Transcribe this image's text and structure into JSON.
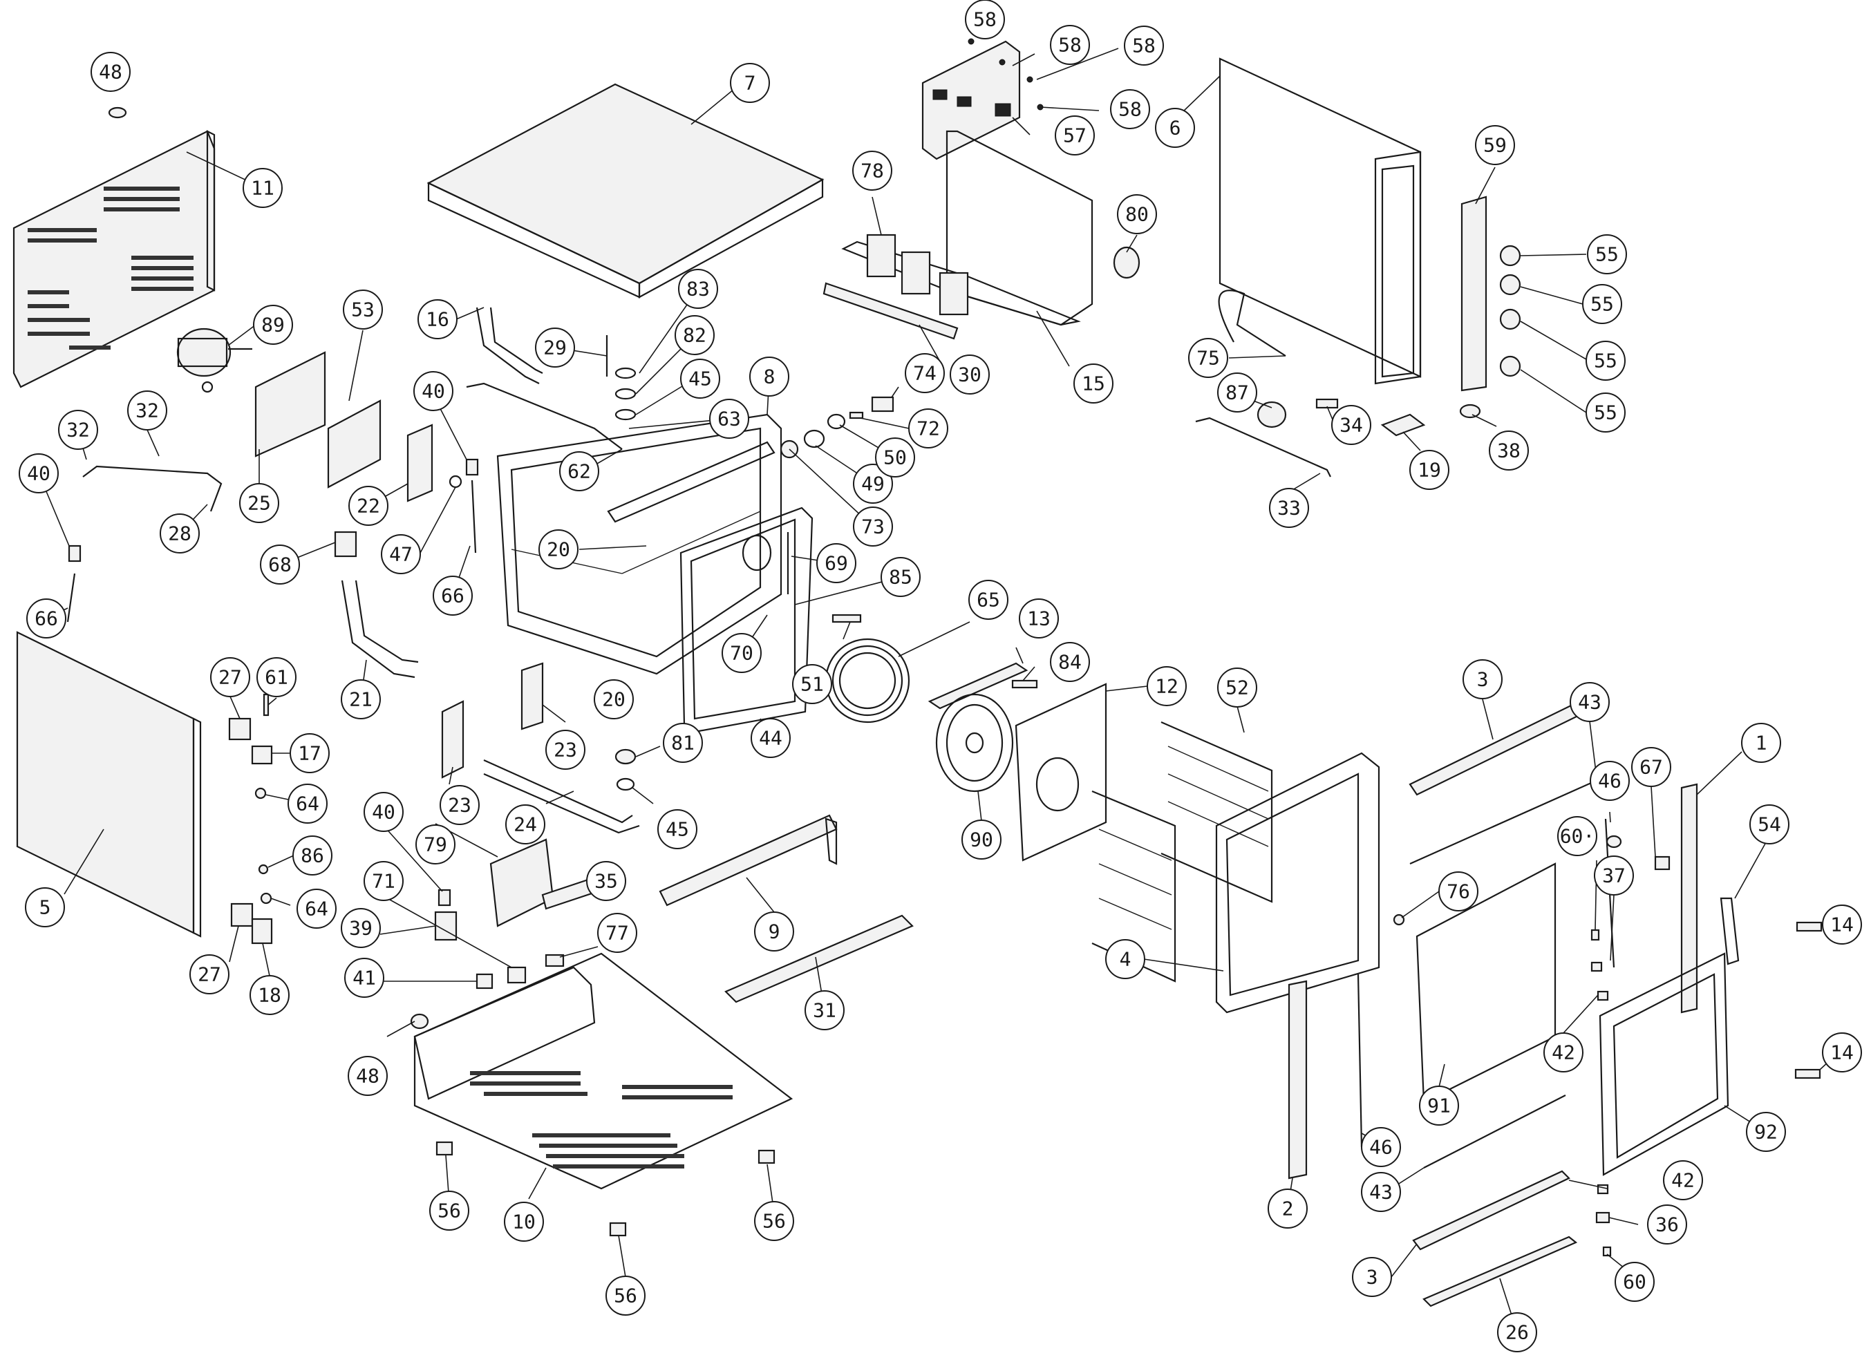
{
  "diagram": {
    "type": "exploded-parts-diagram",
    "line_color": "#1a1a1a",
    "background": "#ffffff",
    "callouts": [
      {
        "id": "c48a",
        "label": "48"
      },
      {
        "id": "c11",
        "label": "11"
      },
      {
        "id": "c89",
        "label": "89"
      },
      {
        "id": "c53",
        "label": "53"
      },
      {
        "id": "c16",
        "label": "16"
      },
      {
        "id": "c29",
        "label": "29"
      },
      {
        "id": "c40a",
        "label": "40"
      },
      {
        "id": "c32a",
        "label": "32"
      },
      {
        "id": "c32b",
        "label": "32"
      },
      {
        "id": "c40b",
        "label": "40"
      },
      {
        "id": "c28",
        "label": "28"
      },
      {
        "id": "c25",
        "label": "25"
      },
      {
        "id": "c22",
        "label": "22"
      },
      {
        "id": "c47",
        "label": "47"
      },
      {
        "id": "c66a",
        "label": "66"
      },
      {
        "id": "c66b",
        "label": "66"
      },
      {
        "id": "c68",
        "label": "68"
      },
      {
        "id": "c21",
        "label": "21"
      },
      {
        "id": "c7",
        "label": "7"
      },
      {
        "id": "c83",
        "label": "83"
      },
      {
        "id": "c82",
        "label": "82"
      },
      {
        "id": "c45a",
        "label": "45"
      },
      {
        "id": "c63",
        "label": "63"
      },
      {
        "id": "c62",
        "label": "62"
      },
      {
        "id": "c8",
        "label": "8"
      },
      {
        "id": "c20a",
        "label": "20"
      },
      {
        "id": "c20b",
        "label": "20"
      },
      {
        "id": "c69",
        "label": "69"
      },
      {
        "id": "c85",
        "label": "85"
      },
      {
        "id": "c70",
        "label": "70"
      },
      {
        "id": "c44",
        "label": "44"
      },
      {
        "id": "c73",
        "label": "73"
      },
      {
        "id": "c49",
        "label": "49"
      },
      {
        "id": "c50",
        "label": "50"
      },
      {
        "id": "c74",
        "label": "74"
      },
      {
        "id": "c72",
        "label": "72"
      },
      {
        "id": "c58a",
        "label": "58"
      },
      {
        "id": "c58b",
        "label": "58"
      },
      {
        "id": "c58c",
        "label": "58"
      },
      {
        "id": "c58d",
        "label": "58"
      },
      {
        "id": "c57",
        "label": "57"
      },
      {
        "id": "c78",
        "label": "78"
      },
      {
        "id": "c30",
        "label": "30"
      },
      {
        "id": "c15",
        "label": "15"
      },
      {
        "id": "c80",
        "label": "80"
      },
      {
        "id": "c6",
        "label": "6"
      },
      {
        "id": "c59",
        "label": "59"
      },
      {
        "id": "c55a",
        "label": "55"
      },
      {
        "id": "c55b",
        "label": "55"
      },
      {
        "id": "c55c",
        "label": "55"
      },
      {
        "id": "c55d",
        "label": "55"
      },
      {
        "id": "c75",
        "label": "75"
      },
      {
        "id": "c87",
        "label": "87"
      },
      {
        "id": "c34",
        "label": "34"
      },
      {
        "id": "c19",
        "label": "19"
      },
      {
        "id": "c38",
        "label": "38"
      },
      {
        "id": "c33",
        "label": "33"
      },
      {
        "id": "c5",
        "label": "5"
      },
      {
        "id": "c27a",
        "label": "27"
      },
      {
        "id": "c61",
        "label": "61"
      },
      {
        "id": "c17",
        "label": "17"
      },
      {
        "id": "c64a",
        "label": "64"
      },
      {
        "id": "c86",
        "label": "86"
      },
      {
        "id": "c64b",
        "label": "64"
      },
      {
        "id": "c27b",
        "label": "27"
      },
      {
        "id": "c18",
        "label": "18"
      },
      {
        "id": "c23a",
        "label": "23"
      },
      {
        "id": "c23b",
        "label": "23"
      },
      {
        "id": "c81",
        "label": "81"
      },
      {
        "id": "c45b",
        "label": "45"
      },
      {
        "id": "c24",
        "label": "24"
      },
      {
        "id": "c40c",
        "label": "40"
      },
      {
        "id": "c79",
        "label": "79"
      },
      {
        "id": "c71",
        "label": "71"
      },
      {
        "id": "c35",
        "label": "35"
      },
      {
        "id": "c39",
        "label": "39"
      },
      {
        "id": "c41",
        "label": "41"
      },
      {
        "id": "c77",
        "label": "77"
      },
      {
        "id": "c48b",
        "label": "48"
      },
      {
        "id": "c9",
        "label": "9"
      },
      {
        "id": "c31",
        "label": "31"
      },
      {
        "id": "c56a",
        "label": "56"
      },
      {
        "id": "c10",
        "label": "10"
      },
      {
        "id": "c56b",
        "label": "56"
      },
      {
        "id": "c56c",
        "label": "56"
      },
      {
        "id": "c51",
        "label": "51"
      },
      {
        "id": "c65",
        "label": "65"
      },
      {
        "id": "c13",
        "label": "13"
      },
      {
        "id": "c84",
        "label": "84"
      },
      {
        "id": "c90",
        "label": "90"
      },
      {
        "id": "c12",
        "label": "12"
      },
      {
        "id": "c52",
        "label": "52"
      },
      {
        "id": "c4",
        "label": "4"
      },
      {
        "id": "c3a",
        "label": "3"
      },
      {
        "id": "c43a",
        "label": "43"
      },
      {
        "id": "c1",
        "label": "1"
      },
      {
        "id": "c46a",
        "label": "46"
      },
      {
        "id": "c67",
        "label": "67"
      },
      {
        "id": "c60a",
        "label": "60·"
      },
      {
        "id": "c37",
        "label": "37"
      },
      {
        "id": "c76",
        "label": "76"
      },
      {
        "id": "c54",
        "label": "54"
      },
      {
        "id": "c14a",
        "label": "14"
      },
      {
        "id": "c14b",
        "label": "14"
      },
      {
        "id": "c42a",
        "label": "42"
      },
      {
        "id": "c92",
        "label": "92"
      },
      {
        "id": "c91",
        "label": "91"
      },
      {
        "id": "c46b",
        "label": "46"
      },
      {
        "id": "c43b",
        "label": "43"
      },
      {
        "id": "c2",
        "label": "2"
      },
      {
        "id": "c42b",
        "label": "42"
      },
      {
        "id": "c36",
        "label": "36"
      },
      {
        "id": "c3b",
        "label": "3"
      },
      {
        "id": "c60b",
        "label": "60"
      },
      {
        "id": "c26",
        "label": "26"
      }
    ]
  }
}
